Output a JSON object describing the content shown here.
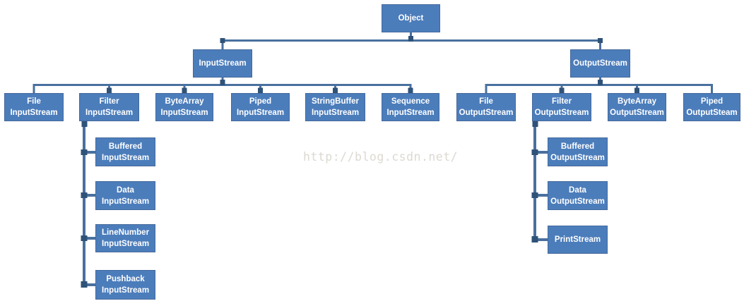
{
  "watermark": {
    "text": "http://blog.csdn.net/"
  },
  "colors": {
    "box_fill": "#4c7dbb",
    "box_border": "#44699c",
    "node_text": "#ffffff",
    "connector": "#49709f",
    "joint": "#2f5278",
    "watermark": "#dcd9d1"
  },
  "nodes": {
    "object": {
      "line1": "Object"
    },
    "input_stream": {
      "line1": "InputStream"
    },
    "output_stream": {
      "line1": "OutputStream"
    },
    "file_in": {
      "line1": "File",
      "line2": "InputStream"
    },
    "filter_in": {
      "line1": "Filter",
      "line2": "InputStream"
    },
    "bytearray_in": {
      "line1": "ByteArray",
      "line2": "InputStream"
    },
    "piped_in": {
      "line1": "Piped",
      "line2": "InputStream"
    },
    "stringbuffer_in": {
      "line1": "StringBuffer",
      "line2": "InputStream"
    },
    "sequence_in": {
      "line1": "Sequence",
      "line2": "InputStream"
    },
    "file_out": {
      "line1": "File",
      "line2": "OutputStream"
    },
    "filter_out": {
      "line1": "Filter",
      "line2": "OutputStream"
    },
    "bytearray_out": {
      "line1": "ByteArray",
      "line2": "OutputStream"
    },
    "piped_out": {
      "line1": "Piped",
      "line2": "OutputSteam"
    },
    "buffered_in": {
      "line1": "Buffered",
      "line2": "InputStream"
    },
    "data_in": {
      "line1": "Data",
      "line2": "InputStream"
    },
    "linenumber_in": {
      "line1": "LineNumber",
      "line2": "InputStream"
    },
    "pushback_in": {
      "line1": "Pushback",
      "line2": "InputStream"
    },
    "buffered_out": {
      "line1": "Buffered",
      "line2": "OutputStream"
    },
    "data_out": {
      "line1": "Data",
      "line2": "OutputStream"
    },
    "printstream": {
      "line1": "PrintStream"
    }
  }
}
